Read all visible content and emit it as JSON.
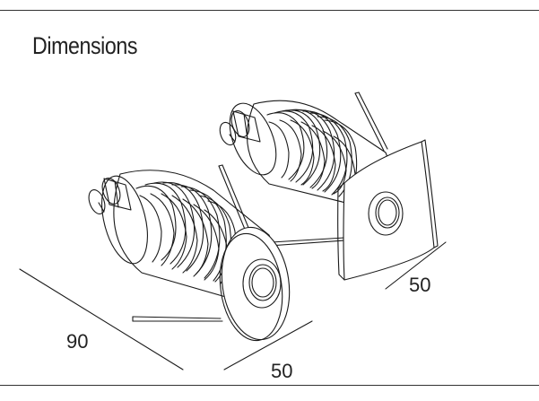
{
  "header": {
    "title": "Dimensions"
  },
  "dimensions": {
    "length_label": "90",
    "round_width_label": "50",
    "square_width_label": "50"
  },
  "products": [
    {
      "name": "round-trim-light"
    },
    {
      "name": "square-trim-light"
    }
  ]
}
